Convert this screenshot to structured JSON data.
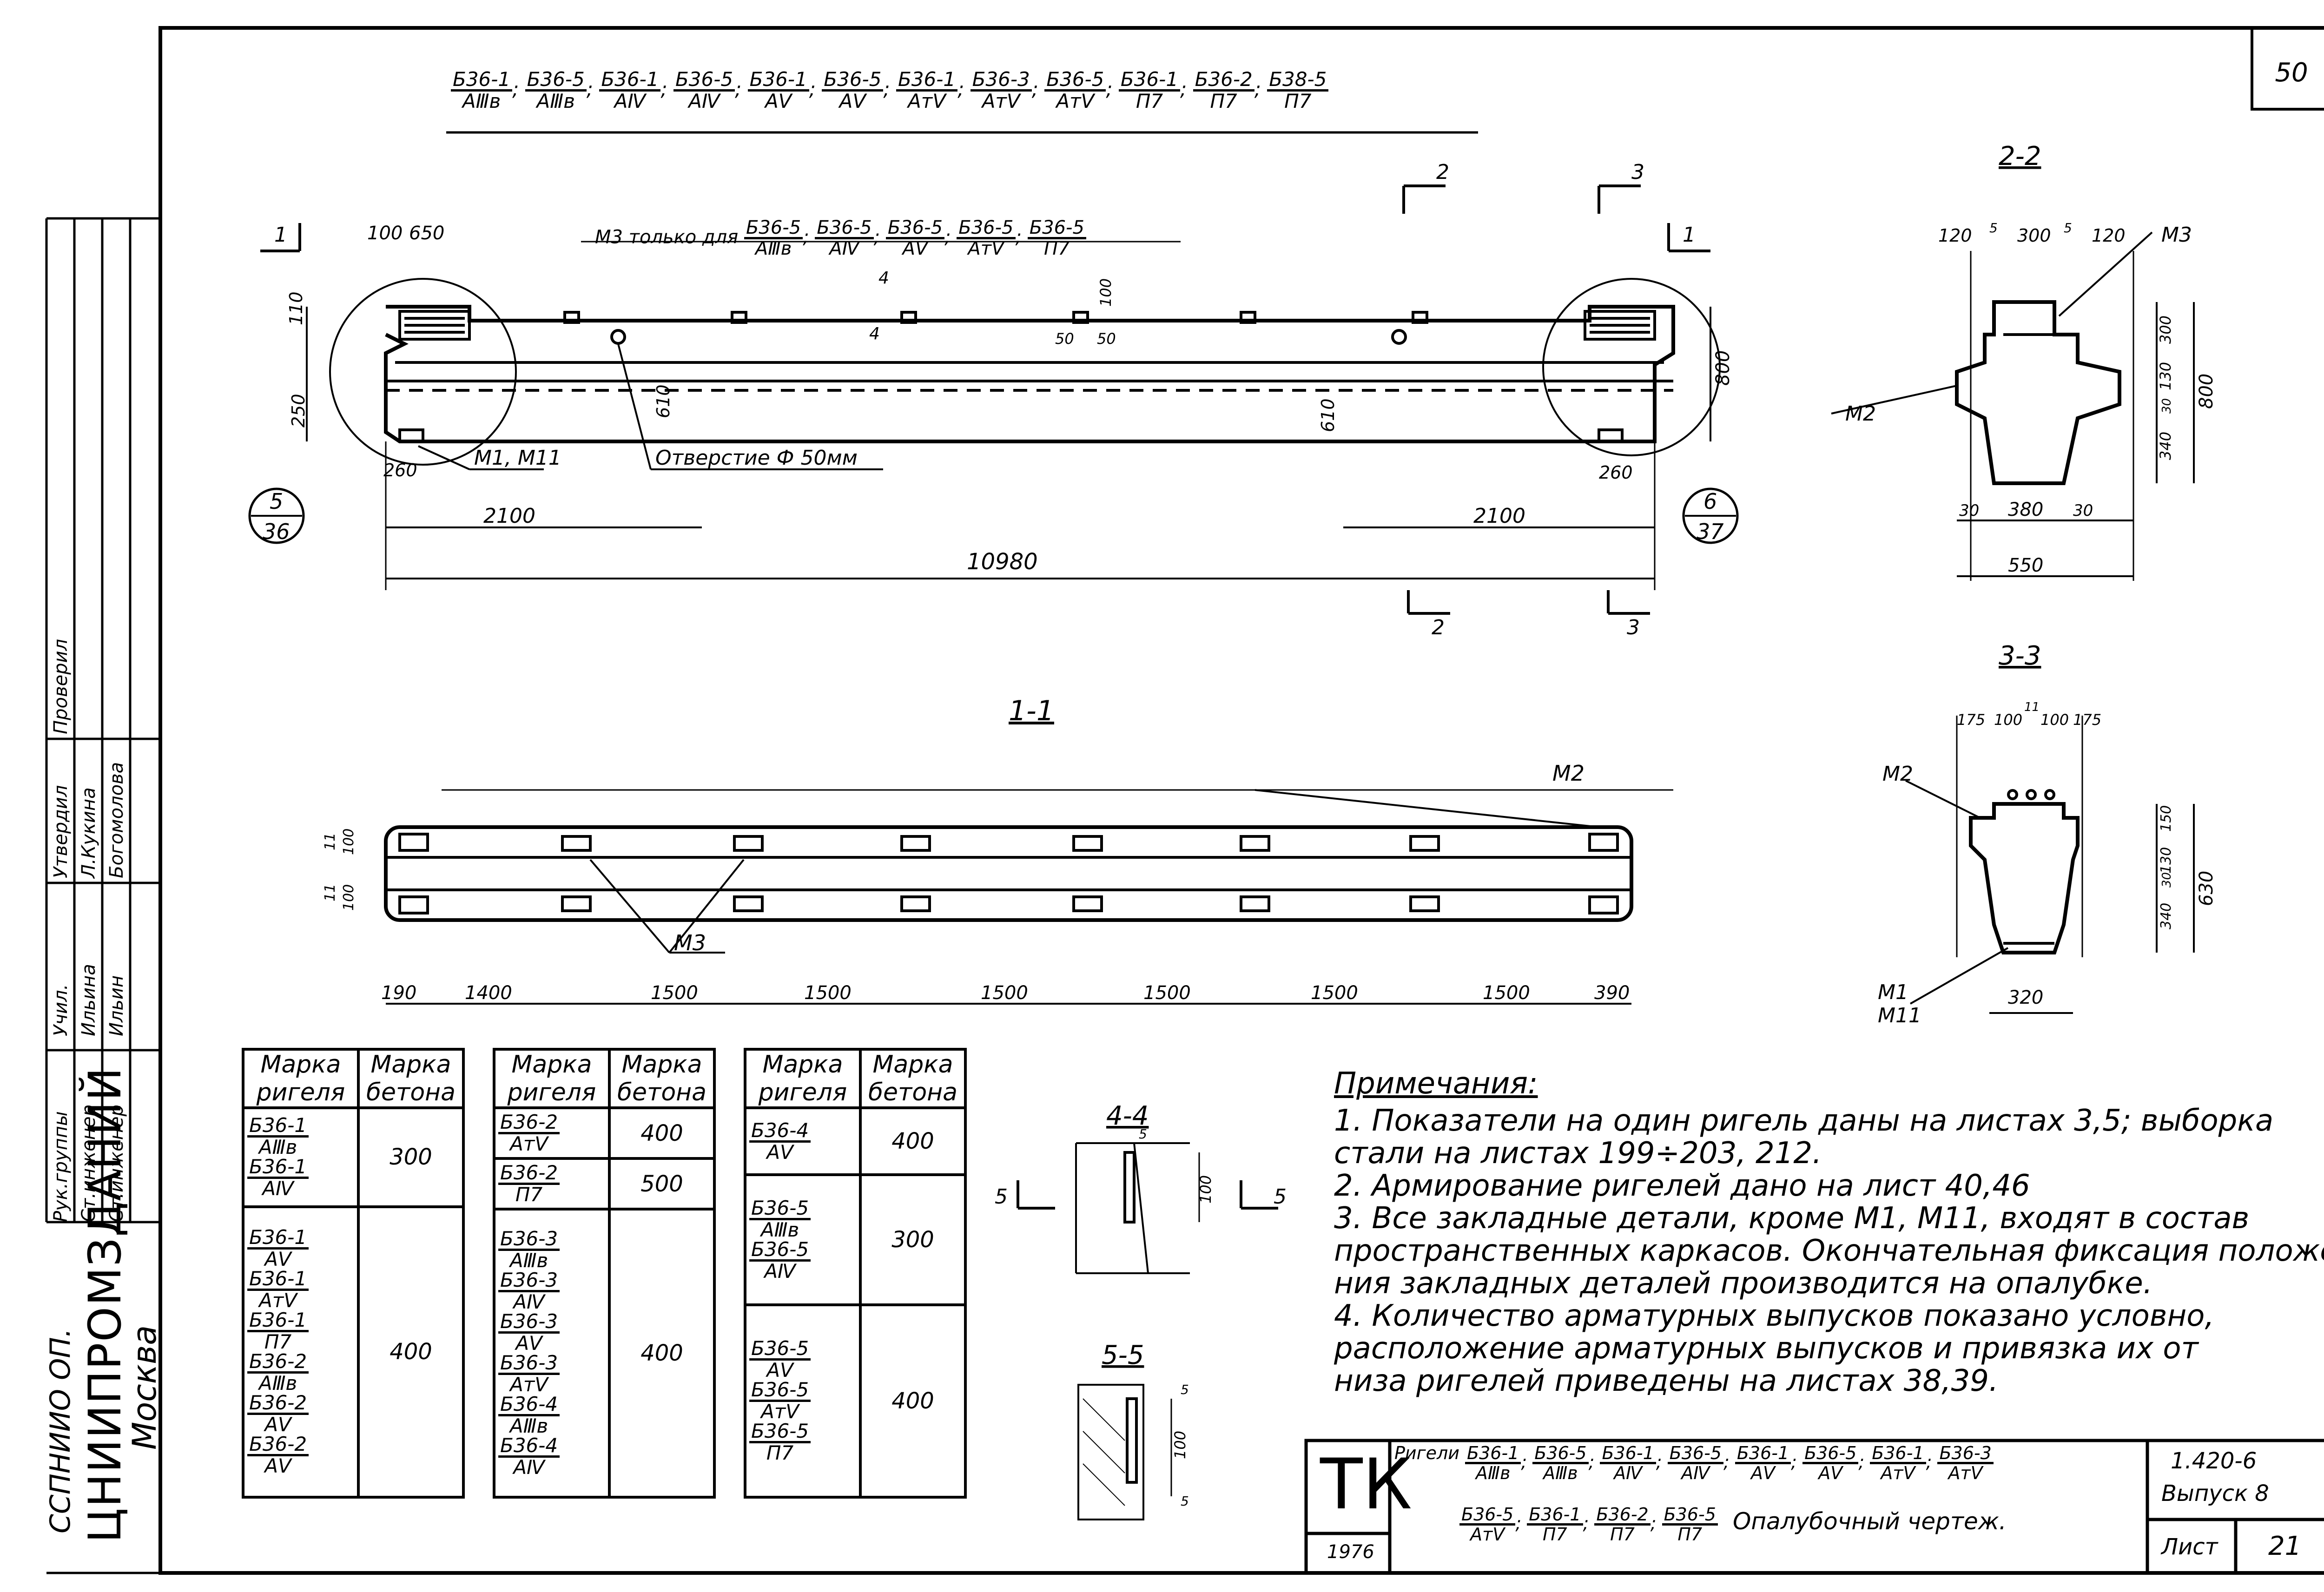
{
  "sheet_number": "50",
  "header_marks": [
    {
      "n": "Б36-1",
      "d": "АⅢв"
    },
    {
      "n": "Б36-5",
      "d": "АⅢв"
    },
    {
      "n": "Б36-1",
      "d": "АⅣ"
    },
    {
      "n": "Б36-5",
      "d": "АⅣ"
    },
    {
      "n": "Б36-1",
      "d": "АⅤ"
    },
    {
      "n": "Б36-5",
      "d": "АⅤ"
    },
    {
      "n": "Б36-1",
      "d": "АтⅤ"
    },
    {
      "n": "Б36-3",
      "d": "АтⅤ"
    },
    {
      "n": "Б36-5",
      "d": "АтⅤ"
    },
    {
      "n": "Б36-1",
      "d": "П7"
    },
    {
      "n": "Б36-2",
      "d": "П7"
    },
    {
      "n": "Б38-5",
      "d": "П7"
    }
  ],
  "elevation": {
    "m3_label": "М3 только для",
    "m3_marks": [
      {
        "n": "Б36-5",
        "d": "АⅢв"
      },
      {
        "n": "Б36-5",
        "d": "АⅣ"
      },
      {
        "n": "Б36-5",
        "d": "АⅤ"
      },
      {
        "n": "Б36-5",
        "d": "АтⅤ"
      },
      {
        "n": "Б36-5",
        "d": "П7"
      }
    ],
    "dim_100": "100",
    "dim_650": "650",
    "dim_110": "110",
    "dim_250": "250",
    "dim_800": "800",
    "dim_610_left": "610",
    "dim_610_right": "610",
    "dim_50a": "50",
    "dim_50b": "50",
    "dim_100v": "100",
    "dim_260_left": "260",
    "dim_260_right": "260",
    "dim_2100_left": "2100",
    "dim_2100_right": "2100",
    "dim_total": "10980",
    "label_m1": "М1, М11",
    "label_hole": "Отверстие Ф 50мм",
    "callout_left_top": "5",
    "callout_left_bottom": "36",
    "callout_right_top": "6",
    "callout_right_bottom": "37",
    "sec_1_left": "1",
    "sec_1_right": "1",
    "sec_2_top": "2",
    "sec_3_top": "3",
    "sec_2_bottom": "2",
    "sec_3_bottom": "3",
    "sec_4a": "4",
    "sec_4b": "4"
  },
  "plan": {
    "title": "1-1",
    "label_m2": "М2",
    "label_m3": "М3",
    "dims": [
      "190",
      "1400",
      "1500",
      "1500",
      "1500",
      "1500",
      "1500",
      "1500",
      "390"
    ],
    "side_dims": [
      "11",
      "100",
      "11",
      "100"
    ]
  },
  "section_2_2": {
    "title": "2-2",
    "top_dims": [
      "120",
      "5",
      "300",
      "5",
      "120"
    ],
    "label_m3": "М3",
    "label_m2": "М2",
    "right_dims": [
      "300",
      "130",
      "30",
      "340"
    ],
    "overall": "800",
    "bottom_dims": [
      "30",
      "380",
      "30"
    ],
    "width": "550"
  },
  "section_3_3": {
    "title": "3-3",
    "top_dims": [
      "175",
      "100",
      "11",
      "100",
      "175"
    ],
    "label_m2": "М2",
    "label_m1": "М1",
    "label_m11": "М11",
    "right_dims": [
      "150",
      "130",
      "30",
      "340"
    ],
    "overall": "630",
    "bottom": "320"
  },
  "section_4_4": {
    "title": "4-4",
    "dim_5": "5",
    "dim_100": "100",
    "sec_left": "5",
    "sec_right": "5"
  },
  "section_5_5": {
    "title": "5-5",
    "dim_5a": "5",
    "dim_100": "100",
    "dim_5b": "5"
  },
  "tables": {
    "col_mark": "Марка ригеля",
    "col_concrete": "Марка бетона",
    "t1": [
      {
        "marks": [
          {
            "n": "Б36-1",
            "d": "АⅢв"
          },
          {
            "n": "Б36-1",
            "d": "АⅣ"
          }
        ],
        "value": "300"
      },
      {
        "marks": [
          {
            "n": "Б36-1",
            "d": "АⅤ"
          },
          {
            "n": "Б36-1",
            "d": "АтⅤ"
          },
          {
            "n": "Б36-1",
            "d": "П7"
          },
          {
            "n": "Б36-2",
            "d": "АⅢв"
          },
          {
            "n": "Б36-2",
            "d": "АⅤ"
          },
          {
            "n": "Б36-2",
            "d": "АⅤ"
          }
        ],
        "value": "400"
      }
    ],
    "t2": [
      {
        "marks": [
          {
            "n": "Б36-2",
            "d": "АтⅤ"
          }
        ],
        "value": "400"
      },
      {
        "marks": [
          {
            "n": "Б36-2",
            "d": "П7"
          }
        ],
        "value": "500"
      },
      {
        "marks": [
          {
            "n": "Б36-3",
            "d": "АⅢв"
          },
          {
            "n": "Б36-3",
            "d": "АⅣ"
          },
          {
            "n": "Б36-3",
            "d": "АⅤ"
          },
          {
            "n": "Б36-3",
            "d": "АтⅤ"
          },
          {
            "n": "Б36-4",
            "d": "АⅢв"
          },
          {
            "n": "Б36-4",
            "d": "АⅣ"
          }
        ],
        "value": "400"
      }
    ],
    "t3": [
      {
        "marks": [
          {
            "n": "Б36-4",
            "d": "АⅤ"
          }
        ],
        "value": "400"
      },
      {
        "marks": [
          {
            "n": "Б36-5",
            "d": "АⅢв"
          },
          {
            "n": "Б36-5",
            "d": "АⅣ"
          }
        ],
        "value": "300"
      },
      {
        "marks": [
          {
            "n": "Б36-5",
            "d": "АⅤ"
          },
          {
            "n": "Б36-5",
            "d": "АтⅤ"
          },
          {
            "n": "Б36-5",
            "d": "П7"
          }
        ],
        "value": "400"
      }
    ]
  },
  "notes": {
    "title": "Примечания:",
    "n1a": "1.  Показатели на один ригель даны на листах 3,5; выборка",
    "n1b": "     стали на листах  199÷203, 212.",
    "n2": "2.  Армирование ригелей дано на лист 40,46",
    "n3a": "3.  Все закладные детали, кроме М1, М11, входят в состав",
    "n3b": "     пространственных каркасов. Окончательная фиксация положе-",
    "n3c": "     ния закладных деталей производится на опалубке.",
    "n4a": "4.  Количество арматурных выпусков показано условно,",
    "n4b": "     расположение арматурных выпусков и привязка их от",
    "n4c": "     низа ригелей приведены на листах 38,39."
  },
  "title_block": {
    "logo": "ТК",
    "year": "1976",
    "prefix": "Ригели",
    "marks_line1": [
      {
        "n": "Б36-1",
        "d": "АⅢв"
      },
      {
        "n": "Б36-5",
        "d": "АⅢв"
      },
      {
        "n": "Б36-1",
        "d": "АⅣ"
      },
      {
        "n": "Б36-5",
        "d": "АⅣ"
      },
      {
        "n": "Б36-1",
        "d": "АⅤ"
      },
      {
        "n": "Б36-5",
        "d": "АⅤ"
      },
      {
        "n": "Б36-1",
        "d": "АтⅤ"
      },
      {
        "n": "Б36-3",
        "d": "АтⅤ"
      }
    ],
    "marks_line2": [
      {
        "n": "Б36-5",
        "d": "АтⅤ"
      },
      {
        "n": "Б36-1",
        "d": "П7"
      },
      {
        "n": "Б36-2",
        "d": "П7"
      },
      {
        "n": "Б36-5",
        "d": "П7"
      }
    ],
    "drawing_name": "Опалубочный чертеж.",
    "series": "1.420-6",
    "issue": "Выпуск 8",
    "sheet_label": "Лист",
    "sheet_no": "21"
  },
  "left_stamp": {
    "org": "ЦНИИПРОМЗДАНИЙ",
    "city": "Москва",
    "partial": "ССПНИИО ОП.",
    "role1": "Рук.группы",
    "name1": "Учил.",
    "role2": "Ст.инженер",
    "name2": "Ильина",
    "role3": "Ст.инженер",
    "name3": "Ильин",
    "col_a": "Утвердил",
    "col_b": "Л.Кукина",
    "col_c": "Богомолова",
    "col_d": "Проверил"
  }
}
